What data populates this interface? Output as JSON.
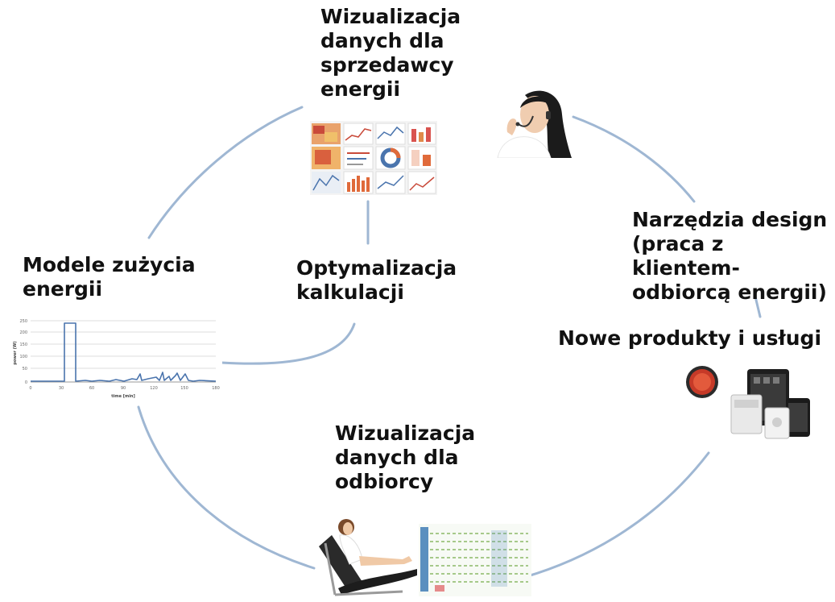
{
  "nodes": {
    "seller_viz": {
      "label": "Wizualizacja\ndanych dla\nsprzedawcy\nenergii"
    },
    "design_tools": {
      "label": "Narzędzia design\n(praca z klientem-\nodbiorcą energii)"
    },
    "new_products": {
      "label": "Nowe produkty i usługi"
    },
    "consumer_viz": {
      "label": "Wizualizacja\ndanych dla\nodbiorcy"
    },
    "consumption_models": {
      "label": "Modele zużycia\nenergii"
    },
    "optimization": {
      "label": "Optymalizacja\nkalkulacji"
    }
  },
  "chart": {
    "ylabel": "power (W)",
    "xlabel": "time [min]",
    "yticks": [
      "250",
      "200",
      "150",
      "100",
      "50",
      "0"
    ],
    "xticks": [
      "0",
      "30",
      "60",
      "90",
      "120",
      "150",
      "180"
    ]
  },
  "colors": {
    "connector": "#9fb7d3",
    "text": "#111111",
    "chart_line": "#4a74ad"
  }
}
